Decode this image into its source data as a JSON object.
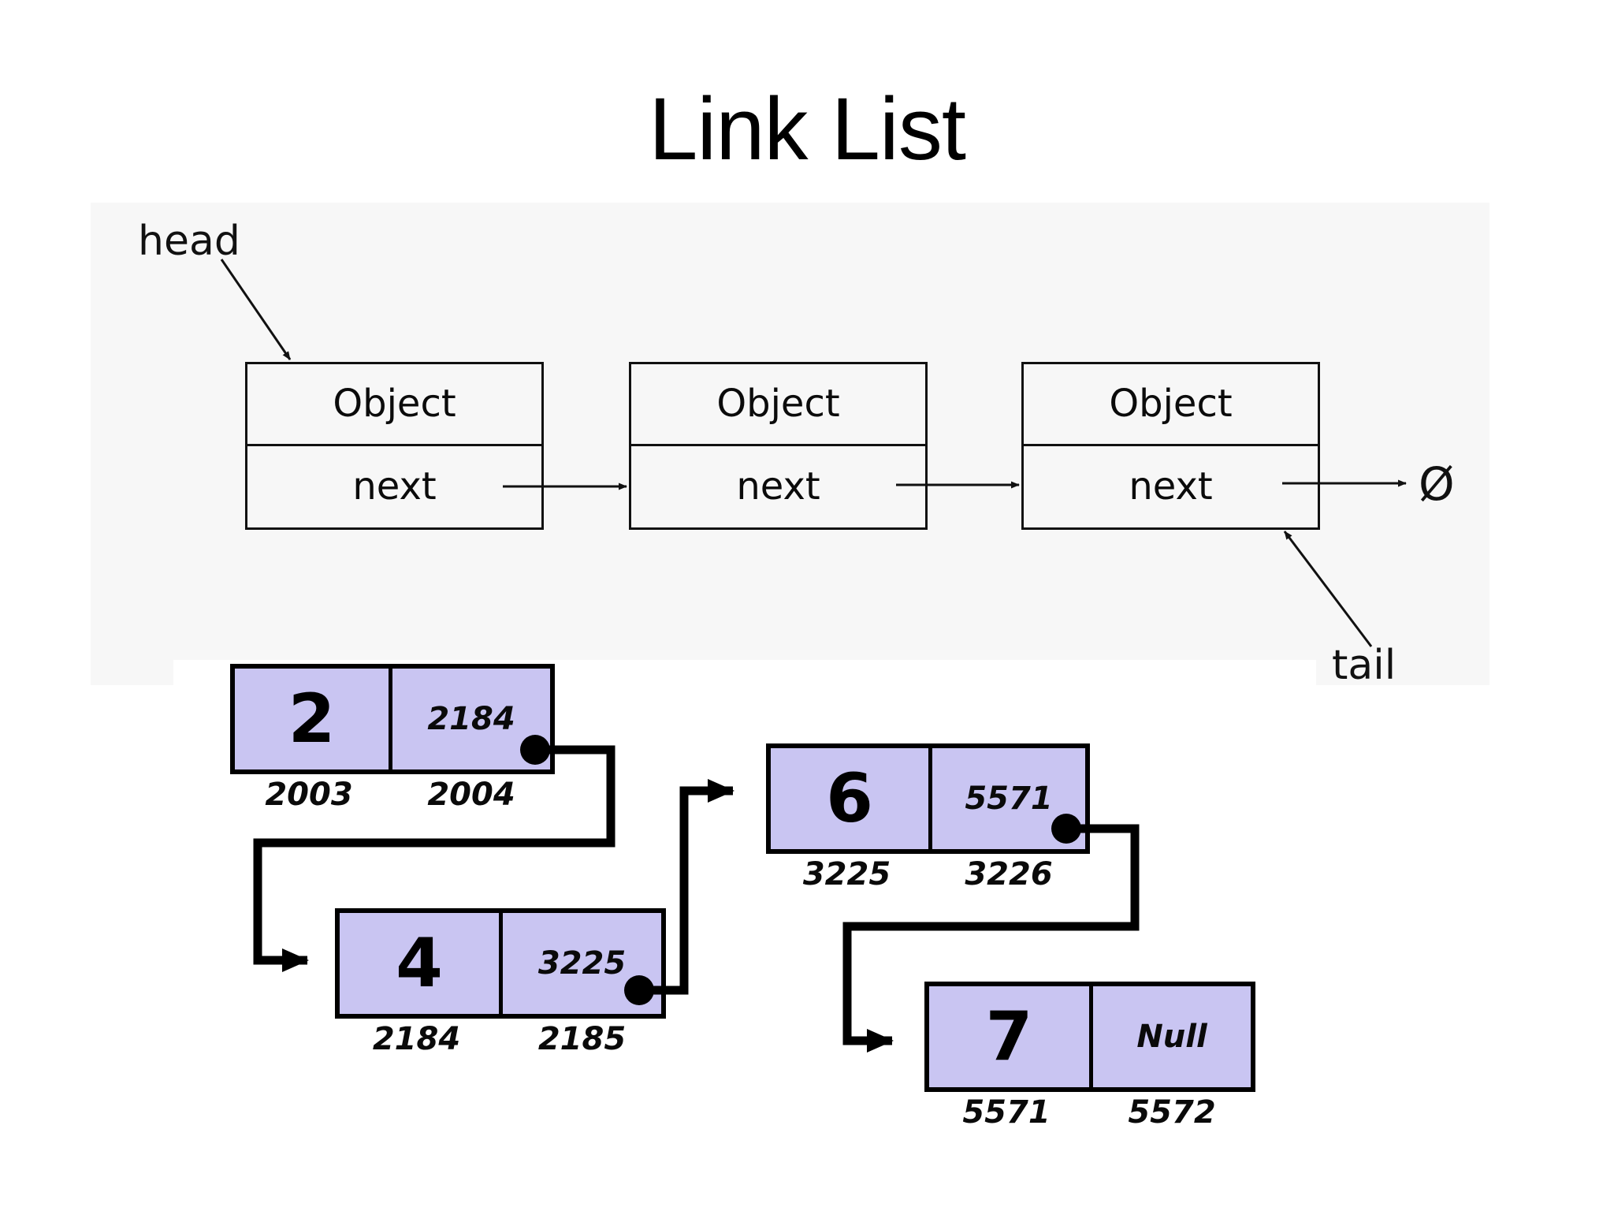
{
  "slide": {
    "title": "Link List",
    "background_color": "#ffffff"
  },
  "abstract_diagram": {
    "panel_color": "#f7f7f7",
    "head_label": "head",
    "tail_label": "tail",
    "null_glyph": "Ø",
    "nodes": [
      {
        "top_label": "Object",
        "bottom_label": "next"
      },
      {
        "top_label": "Object",
        "bottom_label": "next"
      },
      {
        "top_label": "Object",
        "bottom_label": "next"
      }
    ]
  },
  "memory_diagram": {
    "node_fill_color": "#c9c5f2",
    "border_color": "#000000",
    "nodes": [
      {
        "value": "2",
        "pointer": "2184",
        "value_address": "2003",
        "pointer_address": "2004"
      },
      {
        "value": "4",
        "pointer": "3225",
        "value_address": "2184",
        "pointer_address": "2185"
      },
      {
        "value": "6",
        "pointer": "5571",
        "value_address": "3225",
        "pointer_address": "3226"
      },
      {
        "value": "7",
        "pointer": "Null",
        "value_address": "5571",
        "pointer_address": "5572"
      }
    ]
  }
}
